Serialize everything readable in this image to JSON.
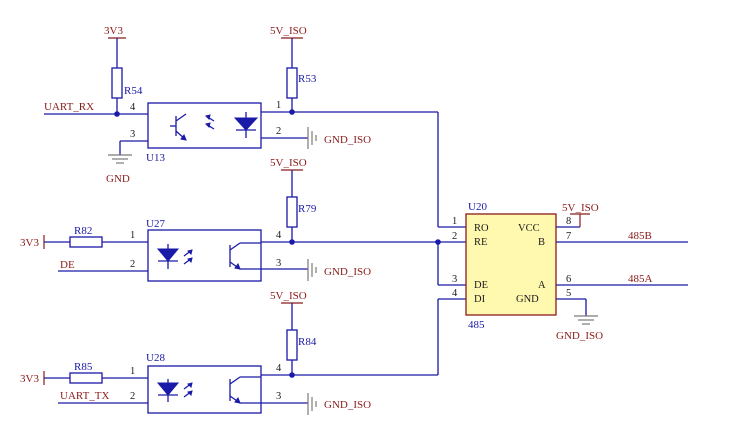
{
  "nets": {
    "v3_top": "3V3",
    "v5_iso_1": "5V_ISO",
    "v5_iso_2": "5V_ISO",
    "v5_iso_3": "5V_ISO",
    "v5_iso_u20": "5V_ISO",
    "gnd": "GND",
    "gnd_iso_1": "GND_ISO",
    "gnd_iso_2": "GND_ISO",
    "gnd_iso_3": "GND_ISO",
    "gnd_iso_u20": "GND_ISO",
    "uart_rx": "UART_RX",
    "de": "DE",
    "uart_tx": "UART_TX",
    "v3_mid": "3V3",
    "v3_bot": "3V3",
    "b485": "485B",
    "a485": "485A"
  },
  "refs": {
    "r54": "R54",
    "r53": "R53",
    "r79": "R79",
    "r82": "R82",
    "r84": "R84",
    "r85": "R85",
    "u13": "U13",
    "u27": "U27",
    "u28": "U28",
    "u20": "U20",
    "u20_value": "485"
  },
  "pins": {
    "u13_p4": "4",
    "u13_p3": "3",
    "u13_p1": "1",
    "u13_p2": "2",
    "u27_p1": "1",
    "u27_p2": "2",
    "u27_p4": "4",
    "u27_p3": "3",
    "u28_p1": "1",
    "u28_p2": "2",
    "u28_p4": "4",
    "u28_p3": "3",
    "u20_p1": "1",
    "u20_p2": "2",
    "u20_p3": "3",
    "u20_p4": "4",
    "u20_p8": "8",
    "u20_p7": "7",
    "u20_p6": "6",
    "u20_p5": "5"
  },
  "u20_pins": {
    "ro": "RO",
    "re": "RE",
    "de": "DE",
    "di": "DI",
    "vcc": "VCC",
    "b": "B",
    "a": "A",
    "gnd": "GND"
  }
}
